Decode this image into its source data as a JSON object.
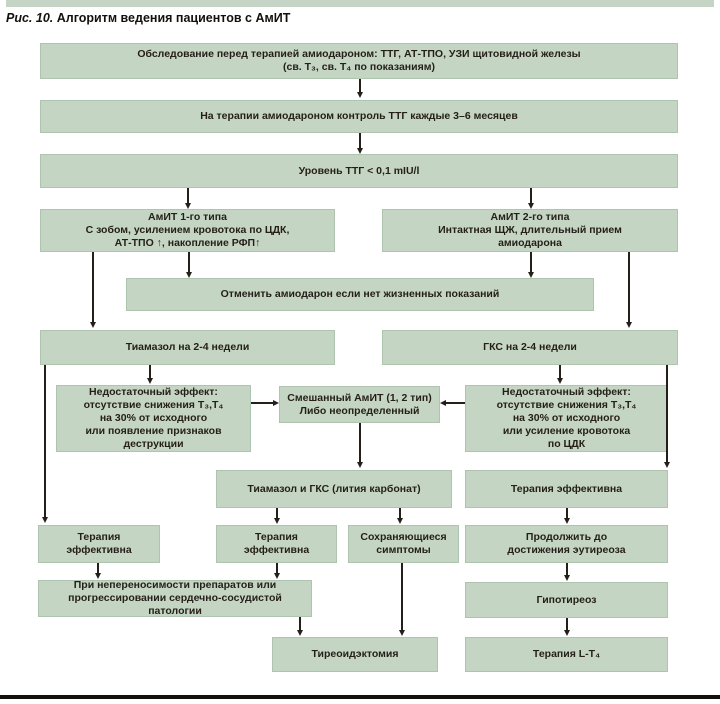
{
  "figure_caption": {
    "prefix": "Рис. 10.",
    "title": "Алгоритм ведения пациентов с АмИТ"
  },
  "colors": {
    "node_fill": "#c5d5c4",
    "node_border": "#afc4ae",
    "line": "#241f18",
    "top_bar": "#c6d4c5",
    "bottom_rule": "#14110c"
  },
  "nodes": {
    "pre_exam": {
      "label": "Обследование перед терапией амиодароном: ТТГ, АТ-ТПО, УЗИ щитовидной железы\n(св. Т₃, св. Т₄ по показаниям)"
    },
    "monitor": {
      "label": "На терапии амиодароном контроль ТТГ каждые 3–6 месяцев"
    },
    "tsh_level": {
      "label": "Уровень ТТГ < 0,1 mIU/l"
    },
    "amit_type1": {
      "label": "АмИТ 1-го типа\nС зобом, усилением кровотока по ЦДК,\nАТ-ТПО ↑, накопление РФП↑"
    },
    "amit_type2": {
      "label": "АмИТ 2-го типа\nИнтактная ЩЖ, длительный прием\nамиодарона"
    },
    "cancel_amiodarone": {
      "label": "Отменить амиодарон если нет жизненных показаний"
    },
    "tiamazol": {
      "label": "Тиамазол на 2-4 недели"
    },
    "gks": {
      "label": "ГКС на 2-4 недели"
    },
    "insufficient_left": {
      "label": "Недостаточный эффект:\nотсутствие снижения Т₃,Т₄\nна 30% от исходного\nили появление признаков\nдеструкции"
    },
    "mixed_amit": {
      "label": "Смешанный АмИТ (1, 2 тип)\nЛибо неопределенный"
    },
    "insufficient_right": {
      "label": "Недостаточный эффект:\nотсутствие снижения Т₃,Т₄\nна 30% от исходного\nили усиление кровотока\nпо ЦДК"
    },
    "tiamazol_gks": {
      "label": "Тиамазол и ГКС (лития карбонат)"
    },
    "therapy_effective_right": {
      "label": "Терапия эффективна"
    },
    "therapy_effective_left": {
      "label": "Терапия\nэффективна"
    },
    "therapy_effective_mid": {
      "label": "Терапия\nэффективна"
    },
    "persistent_symptoms": {
      "label": "Сохраняющиеся\nсимптомы"
    },
    "continue_euthyroid": {
      "label": "Продолжить до\nдостижения эутиреоза"
    },
    "intolerance": {
      "label": "При непереносимости препаратов или\nпрогрессировании сердечно-сосудистой патологии"
    },
    "hypothyroidism": {
      "label": "Гипотиреоз"
    },
    "thyroidectomy": {
      "label": "Тиреоидэктомия"
    },
    "lt4_therapy": {
      "label": "Терапия L-Т₄"
    }
  }
}
